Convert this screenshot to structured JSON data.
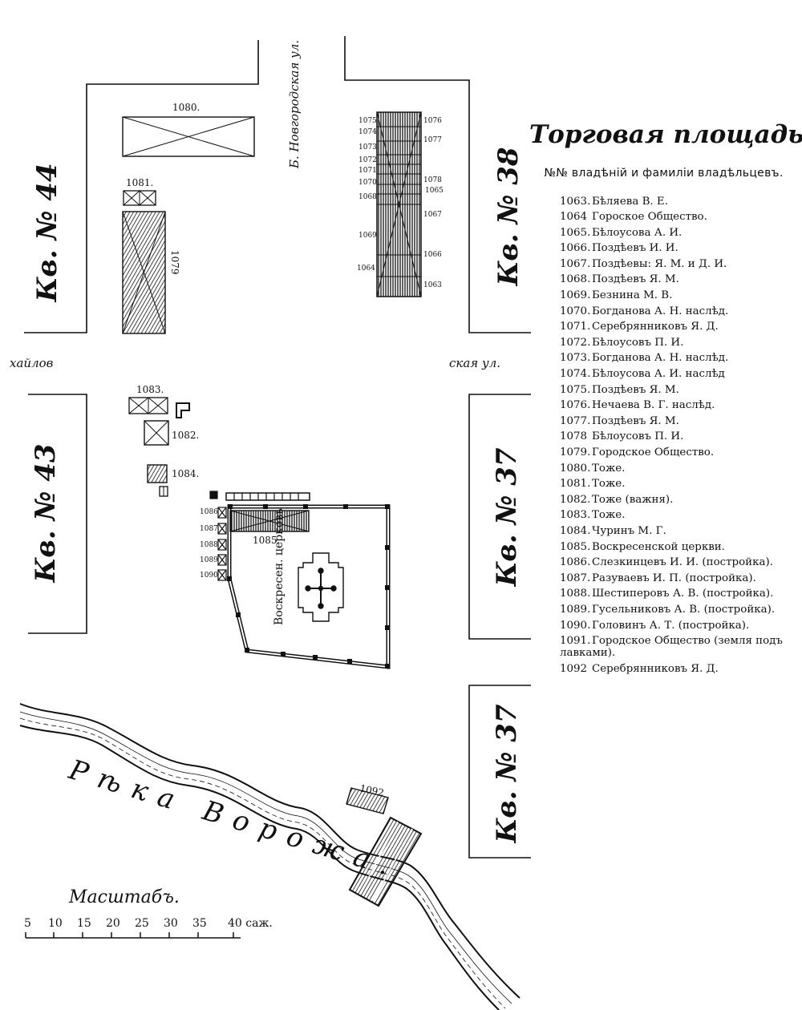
{
  "title": "Торговая площадь.",
  "legend": {
    "header": "№№ владѣнiй и фамилiи владѣльцевъ.",
    "entries": [
      {
        "n": "1063.",
        "name": "Бѣляева В. Е."
      },
      {
        "n": "1064",
        "name": "Гороское Общество."
      },
      {
        "n": "1065.",
        "name": "Бѣлоусова А. И."
      },
      {
        "n": "1066.",
        "name": "Поздѣевъ И. И."
      },
      {
        "n": "1067.",
        "name": "Поздѣевы: Я. М. и Д. И."
      },
      {
        "n": "1068.",
        "name": "Поздѣевъ Я. М."
      },
      {
        "n": "1069.",
        "name": "Безнина М. В."
      },
      {
        "n": "1070.",
        "name": "Богданова А. Н. наслѣд."
      },
      {
        "n": "1071.",
        "name": "Серебрянниковъ Я. Д."
      },
      {
        "n": "1072.",
        "name": "Бѣлоусовъ П. И."
      },
      {
        "n": "1073.",
        "name": "Богданова А. Н. наслѣд."
      },
      {
        "n": "1074.",
        "name": "Бѣлоусова А. И. наслѣд"
      },
      {
        "n": "1075.",
        "name": "Поздѣевъ Я. М."
      },
      {
        "n": "1076.",
        "name": "Нечаева В. Г. наслѣд."
      },
      {
        "n": "1077.",
        "name": "Поздѣевъ Я. М."
      },
      {
        "n": "1078",
        "name": "Бѣлоусовъ П. И."
      },
      {
        "n": "1079.",
        "name": "Городское Общество."
      },
      {
        "n": "1080.",
        "name": "Тоже."
      },
      {
        "n": "1081.",
        "name": "Тоже."
      },
      {
        "n": "1082.",
        "name": "Тоже (важня)."
      },
      {
        "n": "1083.",
        "name": "Тоже."
      },
      {
        "n": "1084.",
        "name": "Чуринъ М. Г."
      },
      {
        "n": "1085.",
        "name": "Воскресенской церкви."
      },
      {
        "n": "1086.",
        "name": "Слезкинцевъ И. И. (постройка)."
      },
      {
        "n": "1087.",
        "name": "Разуваевъ И. П. (постройка)."
      },
      {
        "n": "1088.",
        "name": "Шестиперовъ А. В. (постройка)."
      },
      {
        "n": "1089.",
        "name": "Гусельниковъ А. В. (постройка)."
      },
      {
        "n": "1090.",
        "name": "Головинъ А. Т. (постройка)."
      },
      {
        "n": "1091.",
        "name": "Городское Общество (земля подъ лавками)."
      },
      {
        "n": "1092",
        "name": "Серебрянниковъ Я. Д."
      }
    ]
  },
  "blocks": {
    "k44": "Кв. № 44",
    "k38": "Кв. № 38",
    "k43": "Кв. № 43",
    "k37a": "Кв. № 37",
    "k37b": "Кв. № 37"
  },
  "streets": {
    "novgorod": "Б. Новгородская ул.",
    "mikhail_left": "хайлов",
    "mikhail_right": "ская ул."
  },
  "river": "Рѣка Ворожа.",
  "church": "Воскресен. церковь",
  "plots": {
    "p1063": "1063",
    "p1064": "1064",
    "p1065": "1065",
    "p1066": "1066",
    "p1067": "1067",
    "p1068": "1068",
    "p1069": "1069",
    "p1070": "1070",
    "p1071": "1071",
    "p1072": "1072",
    "p1073": "1073",
    "p1074": "1074",
    "p1075": "1075",
    "p1076": "1076",
    "p1077": "1077",
    "p1078": "1078",
    "p1079": "1079",
    "p1080": "1080.",
    "p1081": "1081.",
    "p1082": "1082.",
    "p1083": "1083.",
    "p1084": "1084.",
    "p1085": "1085.",
    "p1086": "1086",
    "p1087": "1087",
    "p1088": "1088",
    "p1089": "1089",
    "p1090": "1090",
    "p1092": "1092"
  },
  "scale": {
    "title": "Масштабъ.",
    "ticks": [
      "5",
      "10",
      "15",
      "20",
      "25",
      "30",
      "35",
      "40 саж."
    ]
  }
}
